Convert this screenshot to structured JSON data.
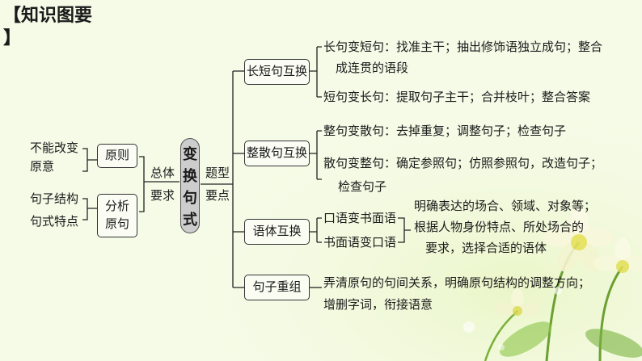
{
  "title_line1": "【知识图要",
  "title_line2": "】",
  "center": [
    "变",
    "换",
    "句",
    "式"
  ],
  "left": {
    "top_text": [
      "不能改变",
      "原意"
    ],
    "yuanze": "原则",
    "bottom_text": [
      "句子结构",
      "句式特点"
    ],
    "fenxi": [
      "分析",
      "原句"
    ],
    "zongti": [
      "总体",
      "要求"
    ]
  },
  "mid_label": [
    "题型",
    "要点"
  ],
  "categories": [
    {
      "label": "长短句互换",
      "items": [
        [
          "长句变短句：找准主干；抽出修饰语独立成句；整合",
          "成连贯的语段"
        ],
        [
          "短句变长句：提取句子主干；合并枝叶；整合答案"
        ]
      ]
    },
    {
      "label": "整散句互换",
      "items": [
        [
          "整句变散句：去掉重复；调整句子；检查句子"
        ],
        [
          "散句变整句：确定参照句；仿照参照句，改造句子；",
          "检查句子"
        ]
      ]
    },
    {
      "label": "语体互换",
      "items": [
        "口语变书面语",
        "书面语变口语"
      ],
      "note": [
        "明确表达的场合、领域、对象等；",
        "根据人物身份特点、所处场合的",
        "要求，选择合适的语体"
      ]
    },
    {
      "label": "句子重组",
      "note": [
        "弄清原句的句间关系，明确原句结构的调整方向；",
        "增删字词，衔接语意"
      ]
    }
  ]
}
